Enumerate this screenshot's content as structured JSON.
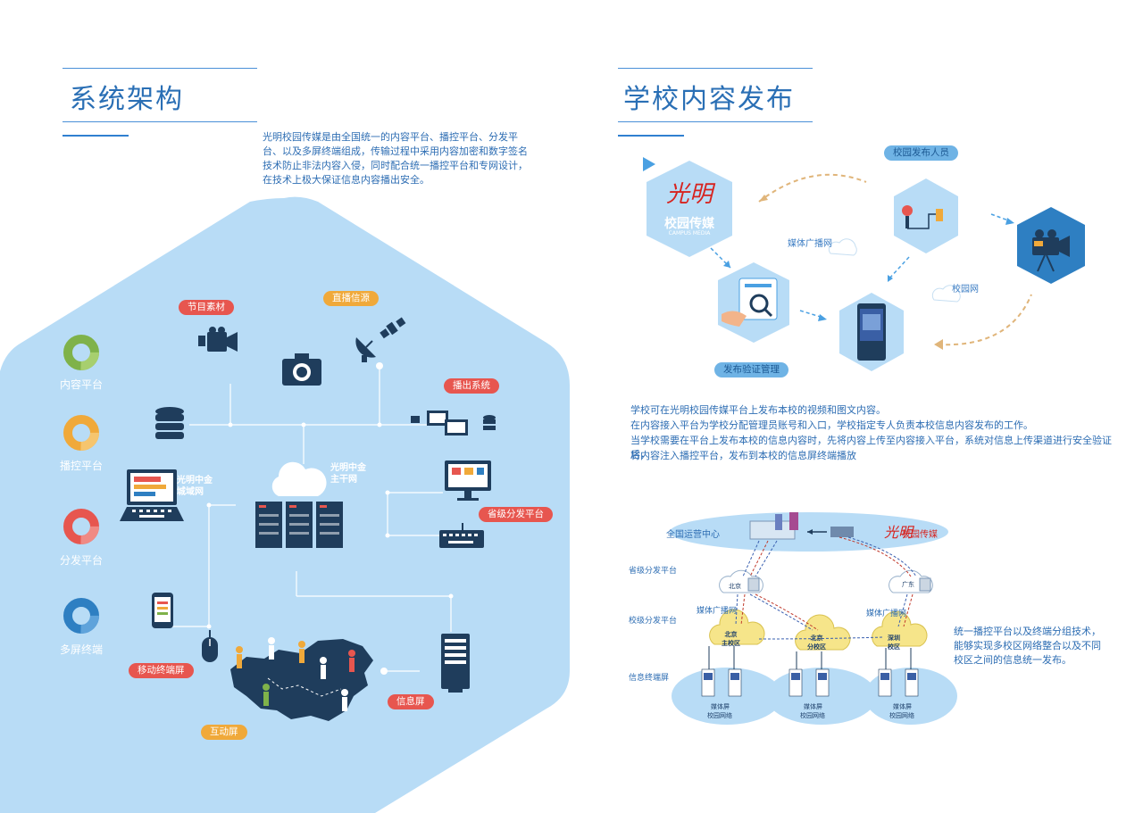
{
  "left": {
    "title": "系统架构",
    "intro": "光明校园传媒是由全国统一的内容平台、播控平台、分发平台、以及多屏终端组成，传输过程中采用内容加密和数字签名技术防止非法内容入侵，同时配合统一播控平台和专网设计，在技术上极大保证信息内容播出安全。",
    "rings": [
      {
        "label": "内容平台",
        "color": "#7fb24a"
      },
      {
        "label": "播控平台",
        "color": "#f0a93a"
      },
      {
        "label": "分发平台",
        "color": "#e7564f"
      },
      {
        "label": "多屏终端",
        "color": "#2e7fc2"
      }
    ],
    "tags": {
      "material": "节目素材",
      "live": "直播信源",
      "broadcast": "播出系统",
      "provincial": "省级分发平台",
      "mobile": "移动终端屏",
      "info_screen": "信息屏",
      "interactive": "互动屏"
    },
    "nets": {
      "metro": "光明中金\n城域网",
      "backbone": "光明中金\n主干网"
    }
  },
  "right": {
    "title": "学校内容发布",
    "logo_text": "校园传媒",
    "logo_sub": "CAMPUS MEDIA",
    "publisher": "校园发布人员",
    "media_net": "媒体广播网",
    "campus_net": "校园网",
    "verify": "发布验证管理",
    "paragraphs": [
      "学校可在光明校园传媒平台上发布本校的视频和图文内容。",
      "在内容接入平台为学校分配管理员账号和入口，学校指定专人负责本校信息内容发布的工作。",
      "当学校需要在平台上发布本校的信息内容时，先将内容上传至内容接入平台，系统对信息上传渠道进行安全验证后，",
      "将内容注入播控平台，发布到本校的信息屏终端播放"
    ],
    "diagram": {
      "center": "全国运营中心",
      "logo": "校园传媒",
      "rows": [
        "省级分发平台",
        "校级分发平台",
        "信息终端屏"
      ],
      "nodes": [
        "北京",
        "广东"
      ],
      "media_net_a": "媒体广播网",
      "media_net_b": "媒体广播网",
      "campuses": [
        "北京\n主校区",
        "北京\n分校区",
        "深圳\n校区"
      ],
      "screen_label": "媒体屏",
      "campus_net": "校园网络",
      "note": "统一播控平台以及终端分组技术，能够实现多校区网络整合以及不同校区之间的信息统一发布。"
    }
  }
}
